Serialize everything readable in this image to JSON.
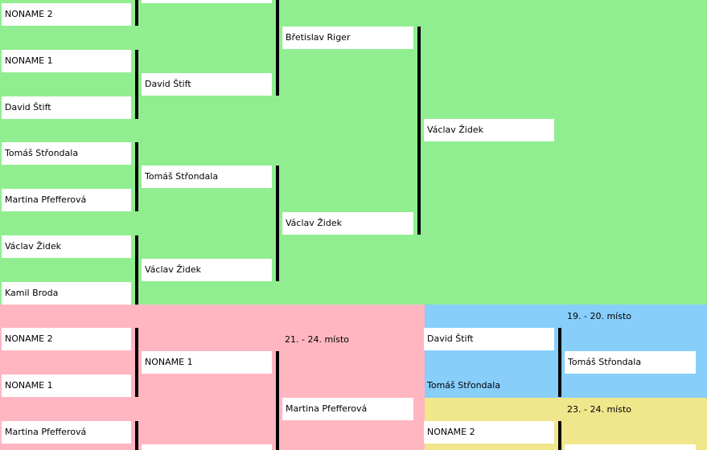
{
  "bracket": {
    "round1": [
      "NONAME 2",
      "NONAME 1",
      "David Štift",
      "Tomáš Střondala",
      "Martina Pfefferová",
      "Václav Židek",
      "Kamil Broda"
    ],
    "round2": [
      "David Štift",
      "Tomáš Střondala",
      "Václav Židek"
    ],
    "round3": [
      "Břetislav Riger",
      "Václav Židek"
    ],
    "round4": [
      "Václav Židek"
    ]
  },
  "placement_21_24": {
    "title": "21. - 24. místo",
    "round1": [
      "NONAME 2",
      "NONAME 1",
      "Martina Pfefferová",
      ""
    ],
    "round2": [
      "NONAME 1",
      ""
    ],
    "round3": [
      "Martina Pfefferová"
    ]
  },
  "placement_19_20": {
    "title": "19. - 20. místo",
    "entrants": [
      "David Štift",
      "Tomáš Střondala"
    ],
    "result": "Tomáš Střondala"
  },
  "placement_23_24": {
    "title": "23. - 24. místo",
    "entrants": [
      "NONAME 2"
    ],
    "result": ""
  },
  "colors": {
    "main": "#90ee90",
    "losers": "#ffb6c1",
    "place_19_20": "#87cefa",
    "place_23_24": "#f0e68c"
  }
}
